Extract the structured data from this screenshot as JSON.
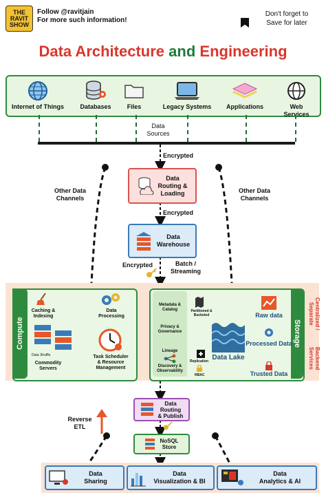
{
  "header": {
    "logo_lines": [
      "THE",
      "RAVIT",
      "SHOW"
    ],
    "follow_line1": "Follow @ravitjain",
    "follow_line2": "For more such information!",
    "reminder_line1": "Don't forget to",
    "reminder_line2": "Save for later"
  },
  "title": {
    "part1": "Data Architecture",
    "part2": "and",
    "part3": "Engineering"
  },
  "sources": {
    "items": [
      {
        "label": "Internet of Things",
        "icon": "globe-icon"
      },
      {
        "label": "Databases",
        "icon": "database-icon"
      },
      {
        "label": "Files",
        "icon": "folder-icon"
      },
      {
        "label": "Legacy Systems",
        "icon": "laptop-icon"
      },
      {
        "label": "Applications",
        "icon": "app-stack-icon"
      },
      {
        "label": "Web Services",
        "icon": "web-globe-icon"
      }
    ],
    "bus_label_line1": "Data",
    "bus_label_line2": "Sources"
  },
  "flow": {
    "encrypted_1": "Encrypted",
    "other_channels_left_1": "Other Data",
    "other_channels_left_2": "Channels",
    "other_channels_right_1": "Other Data",
    "other_channels_right_2": "Channels",
    "routing_line1": "Data",
    "routing_line2": "Routing &",
    "routing_line3": "Loading",
    "encrypted_2": "Encrypted",
    "warehouse_line1": "Data",
    "warehouse_line2": "Warehouse",
    "encrypted_3": "Encrypted",
    "batch_line1": "Batch /",
    "batch_line2": "Streaming"
  },
  "compute": {
    "side_label": "Compute",
    "caching_1": "Caching &",
    "caching_2": "Indexing",
    "processing_1": "Data",
    "processing_2": "Processing",
    "shuffle": "Data Shuffle",
    "servers_1": "Commodity",
    "servers_2": "Servers",
    "scheduler_1": "Task Scheduler",
    "scheduler_2": "& Resource",
    "scheduler_3": "Management"
  },
  "storage": {
    "side_label": "Storage",
    "metadata_1": "Metadata &",
    "metadata_2": "Catalog",
    "privacy_1": "Privacy &",
    "privacy_2": "Governance",
    "lineage": "Lineage",
    "discovery_1": "Discovery &",
    "discovery_2": "Observability",
    "partitioned_1": "Partitioned &",
    "partitioned_2": "Bucketed",
    "replication": "Replication",
    "rbac": "RBAC",
    "data_lake": "Data Lake",
    "raw_data": "Raw data",
    "processed_data": "Processed Data",
    "trusted_data": "Trusted Data",
    "central_1": "Centralized / Separate",
    "central_2": "Backend Services"
  },
  "lower": {
    "rp_line1": "Data",
    "rp_line2": "Routing",
    "rp_line3": "& Publish",
    "reverse_1": "Reverse",
    "reverse_2": "ETL",
    "nosql_1": "NoSQL",
    "nosql_2": "Store"
  },
  "consumers": [
    {
      "line1": "Data",
      "line2": "Sharing",
      "icon": "sharing-icon"
    },
    {
      "line1": "Data",
      "line2": "Visualization & BI",
      "icon": "bar-chart-icon"
    },
    {
      "line1": "Data",
      "line2": "Analytics & AI",
      "icon": "analytics-icon"
    }
  ],
  "colors": {
    "title_red": "#d9362b",
    "title_green": "#1f7a3a",
    "green_border": "#2e8b3e",
    "band_peach": "#fbe3d4",
    "box_blue": "#dcebf8",
    "box_pink": "#fbe0dd",
    "box_purple": "#f0dcf4"
  }
}
